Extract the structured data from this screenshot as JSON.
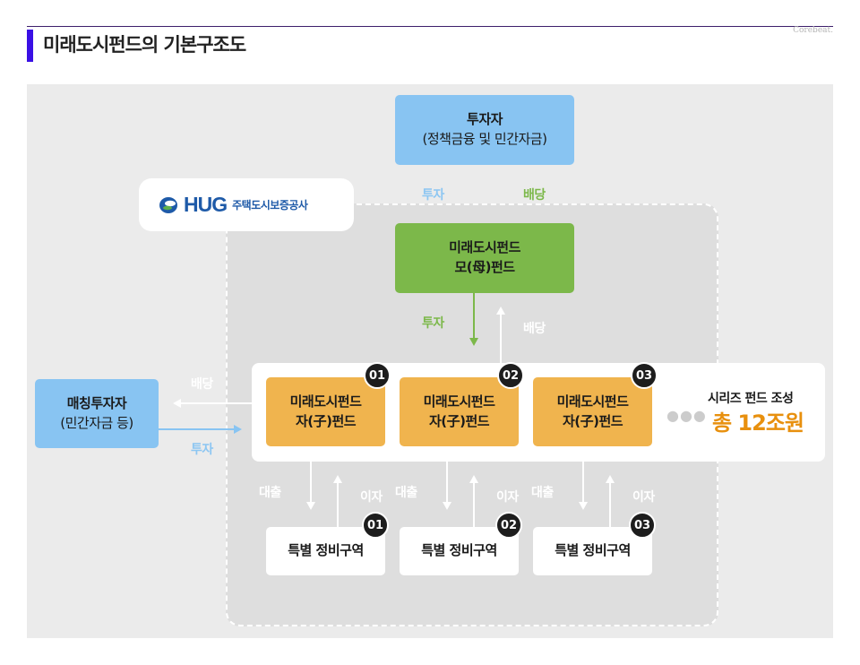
{
  "header": {
    "title": "미래도시펀드의 기본구조도",
    "credit": "Corebeat."
  },
  "investor": {
    "name": "투자자",
    "detail": "(정책금융 및 민간자금)"
  },
  "flow_top": {
    "invest": "투자",
    "dividend": "배당"
  },
  "hug": {
    "logo": "HUG",
    "name": "주택도시보증공사"
  },
  "mother_fund": {
    "line1": "미래도시펀드",
    "line2": "모(母)펀드"
  },
  "flow_mid": {
    "invest": "투자",
    "dividend": "배당"
  },
  "matching_investor": {
    "name": "매칭투자자",
    "detail": "(민간자금 등)"
  },
  "flow_side": {
    "dividend": "배당",
    "invest": "투자"
  },
  "child_funds": [
    {
      "badge": "01",
      "line1": "미래도시펀드",
      "line2": "자(子)펀드"
    },
    {
      "badge": "02",
      "line1": "미래도시펀드",
      "line2": "자(子)펀드"
    },
    {
      "badge": "03",
      "line1": "미래도시펀드",
      "line2": "자(子)펀드"
    }
  ],
  "series": {
    "more": "●●●",
    "caption": "시리즈 펀드 조성",
    "total": "총 12조원"
  },
  "flow_bottom": {
    "loan": "대출",
    "interest": "이자"
  },
  "zones": [
    {
      "badge": "01",
      "label": "특별 정비구역"
    },
    {
      "badge": "02",
      "label": "특별 정비구역"
    },
    {
      "badge": "03",
      "label": "특별 정비구역"
    }
  ],
  "colors": {
    "accent_bar": "#3a10e5",
    "blue_box": "#88c4f2",
    "green_box": "#7cb84a",
    "orange_box": "#f0b44e",
    "total_highlight": "#e8900e"
  }
}
